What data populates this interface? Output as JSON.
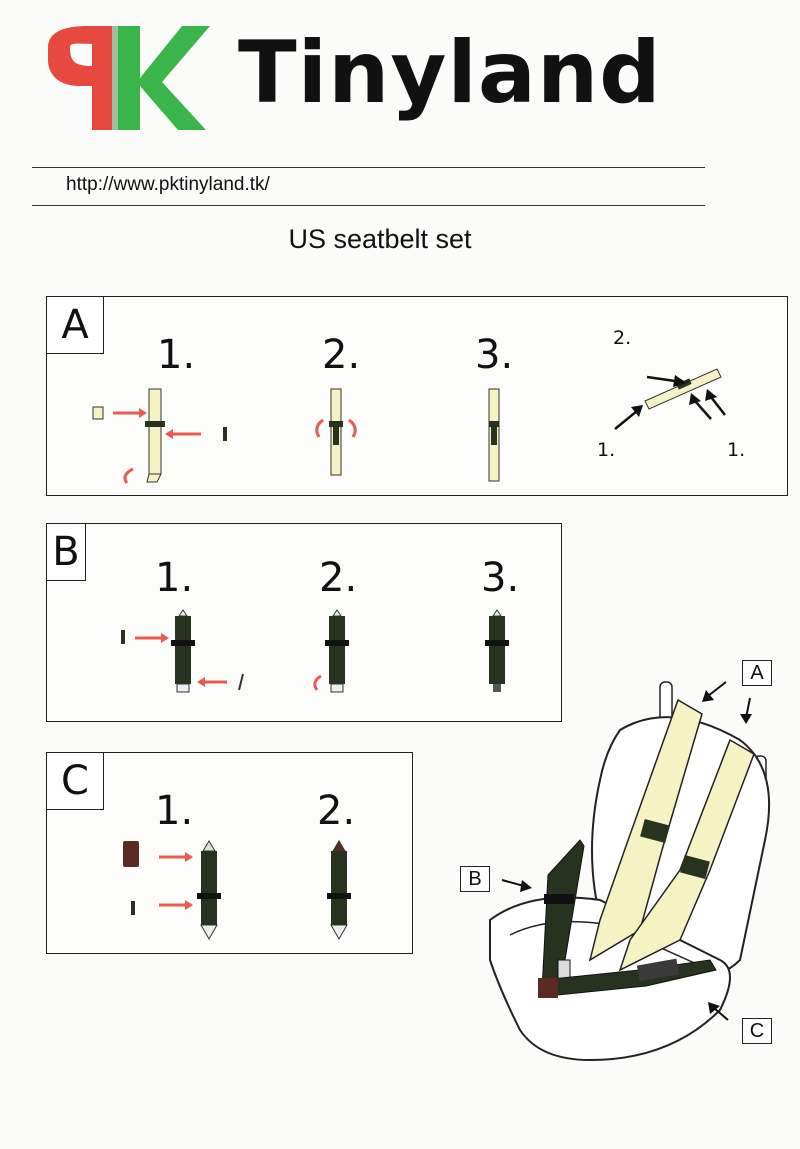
{
  "logo": {
    "letters": "PK",
    "colors": {
      "p": "#e8493f",
      "k": "#3ab54a"
    }
  },
  "brand_name": "Tinyland",
  "url": "http://www.pktinyland.tk/",
  "title": "US seatbelt set",
  "colors": {
    "belt_cream": "#f5f2c4",
    "belt_green": "#27331e",
    "arrow_red": "#e85a54",
    "buckle_brown": "#5b2a22"
  },
  "panel_a": {
    "label": "A",
    "steps": [
      "1.",
      "2.",
      "3."
    ],
    "detail": {
      "step": "2.",
      "left": "1.",
      "right": "1."
    }
  },
  "panel_b": {
    "label": "B",
    "steps": [
      "1.",
      "2.",
      "3."
    ]
  },
  "panel_c": {
    "label": "C",
    "steps": [
      "1.",
      "2."
    ]
  },
  "seat": {
    "callouts": [
      "A",
      "B",
      "C"
    ]
  }
}
